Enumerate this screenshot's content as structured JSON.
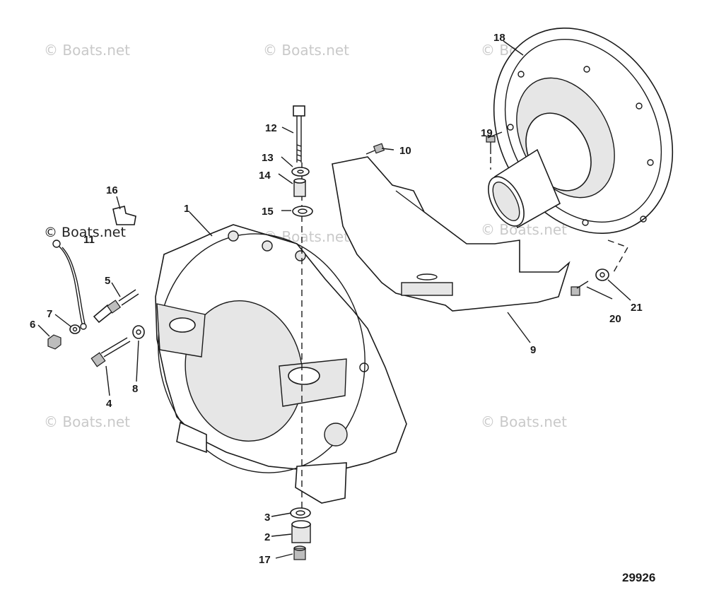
{
  "diagram": {
    "watermark_text": "© Boats.net",
    "figure_number": "29926",
    "callouts": {
      "c1": "1",
      "c2": "2",
      "c3": "3",
      "c4": "4",
      "c5": "5",
      "c6": "6",
      "c7": "7",
      "c8": "8",
      "c9": "9",
      "c10": "10",
      "c11": "11",
      "c12": "12",
      "c13": "13",
      "c14": "14",
      "c15": "15",
      "c16": "16",
      "c17": "17",
      "c18": "18",
      "c19": "19",
      "c20": "20",
      "c21": "21"
    },
    "icons": [
      "flywheel-housing-icon",
      "flywheel-cover-icon",
      "drive-flange-icon",
      "bolt-icon",
      "washer-icon",
      "nut-icon",
      "ground-strap-icon",
      "clip-icon",
      "spacer-icon"
    ]
  }
}
